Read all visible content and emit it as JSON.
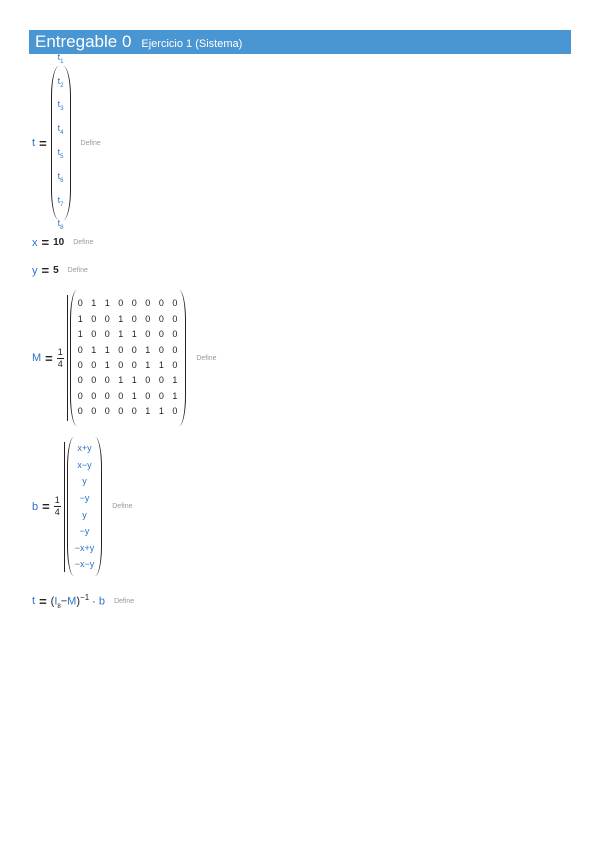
{
  "header": {
    "title": "Entregable 0",
    "subtitle": "Ejercicio 1 (Sistema)"
  },
  "define_label": "Define",
  "t_def": {
    "var": "t",
    "eq": "=",
    "items": [
      {
        "base": "t",
        "sub": "1"
      },
      {
        "base": "t",
        "sub": "2"
      },
      {
        "base": "t",
        "sub": "3"
      },
      {
        "base": "t",
        "sub": "4"
      },
      {
        "base": "t",
        "sub": "5"
      },
      {
        "base": "t",
        "sub": "6"
      },
      {
        "base": "t",
        "sub": "7"
      },
      {
        "base": "t",
        "sub": "8"
      }
    ]
  },
  "x_def": {
    "var": "x",
    "eq": "=",
    "value": "10"
  },
  "y_def": {
    "var": "y",
    "eq": "=",
    "value": "5"
  },
  "M_def": {
    "var": "M",
    "eq": "=",
    "frac_num": "1",
    "frac_den": "4",
    "rows": [
      "0 1 1 0 0 0 0 0",
      "1 0 0 1 0 0 0 0",
      "1 0 0 1 1 0 0 0",
      "0 1 1 0 0 1 0 0",
      "0 0 1 0 0 1 1 0",
      "0 0 0 1 1 0 0 1",
      "0 0 0 0 1 0 0 1",
      "0 0 0 0 0 1 1 0"
    ]
  },
  "b_def": {
    "var": "b",
    "eq": "=",
    "frac_num": "1",
    "frac_den": "4",
    "items": [
      "x+y",
      "x−y",
      "y",
      "−y",
      "y",
      "−y",
      "−x+y",
      "−x−y"
    ]
  },
  "t_solve": {
    "var": "t",
    "eq": "=",
    "identity": "I",
    "identity_sub": "8",
    "minus": "−",
    "matrix": "M",
    "exponent": "−1",
    "dot": "·",
    "vector": "b"
  }
}
